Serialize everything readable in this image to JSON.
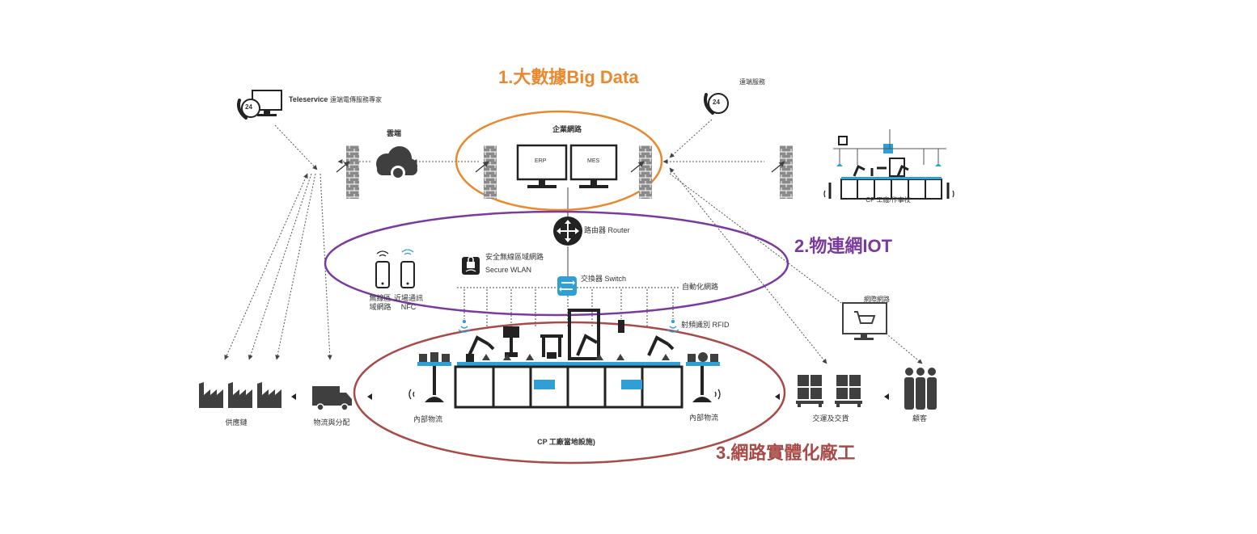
{
  "layers": {
    "big_data": {
      "label": "1.大數據Big Data",
      "color": "#e9892f"
    },
    "iot": {
      "label": "2.物連網IOT",
      "color": "#7a3aa0"
    },
    "cps": {
      "label": "3.網路實體化廠工",
      "color": "#a84a48"
    }
  },
  "labels": {
    "teleservice": "Teleservice",
    "teleservice_zh": "遠端電傳服務專家",
    "cloud": "雲端",
    "enterprise_network": "企業網路",
    "erp": "ERP",
    "mes": "MES",
    "remote_service": "遠端服務",
    "cp_factory_remote": "CP 工廠/作事校",
    "router": "路由器 Router",
    "secure_wlan_zh": "安全無線區域網路",
    "secure_wlan": "Secure WLAN",
    "switch": "交換器 Switch",
    "automation_network": "自動化網路",
    "wlan_zh_1": "無線區",
    "wlan_zh_2": "域網路",
    "nfc_zh": "近場通訊",
    "nfc": "NFC",
    "rfid": "射頻識別 RFID",
    "online_network": "網際網路",
    "supply_chain": "供應鏈",
    "logistics": "物流與分配",
    "internal_logistics_left": "內部物流",
    "internal_logistics_right": "內部物流",
    "cp_factory_local": "CP 工廠當地設施)",
    "delivery": "交運及交貨",
    "customers": "顧客",
    "badge_24h": "24"
  },
  "colors": {
    "icon": "#3f3f3f",
    "firewall": "#8a8a8a",
    "accent_blue": "#2f9fd6",
    "line": "#555555"
  }
}
